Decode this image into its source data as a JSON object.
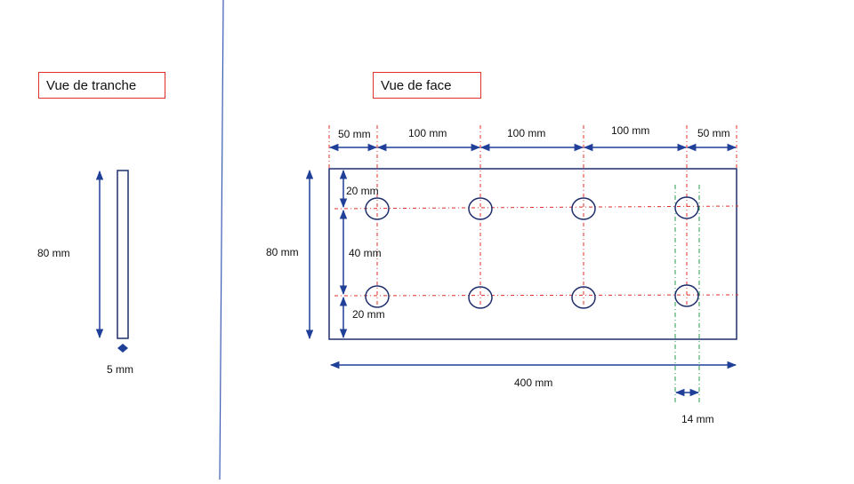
{
  "titles": {
    "side_view": "Vue de tranche",
    "front_view": "Vue de face"
  },
  "dimensions": {
    "side_height": "80 mm",
    "side_thickness": "5 mm",
    "front_height": "80 mm",
    "front_width": "400 mm",
    "spacing": [
      "50 mm",
      "100 mm",
      "100 mm",
      "100 mm",
      "50 mm"
    ],
    "top_offset": "20 mm",
    "row_gap": "40 mm",
    "bottom_offset": "20 mm",
    "hole_diameter": "14 mm"
  },
  "colors": {
    "outline": "#1f2f6b",
    "arrow": "#1f3f99",
    "divider": "#3b5bb5",
    "centerline_red": "#e0302a",
    "centerline_green": "#2a9d4a",
    "title_border": "#e0302a"
  }
}
